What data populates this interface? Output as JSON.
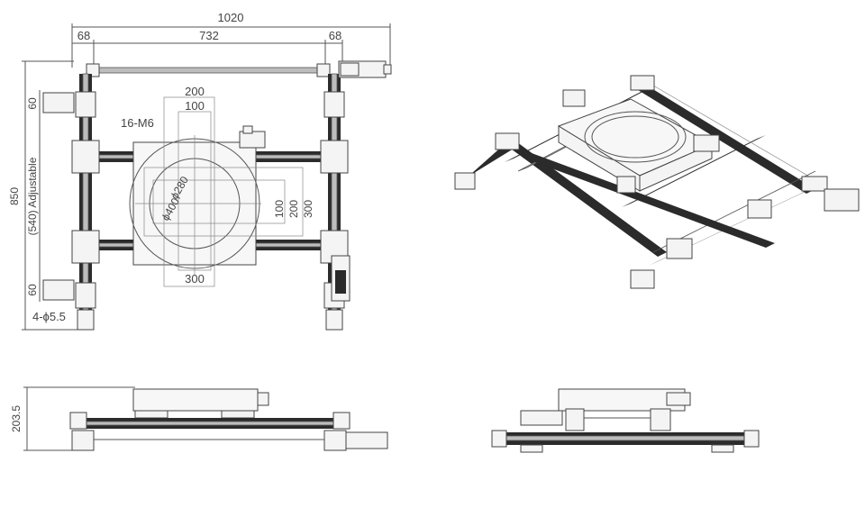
{
  "drawing": {
    "dimensions": {
      "overall_width": "1020",
      "left_offset": "68",
      "center_span": "732",
      "right_offset": "68",
      "stage_200": "200",
      "stage_100": "100",
      "thread_callout": "16-M6",
      "dia_280": "ϕ280",
      "dia_400": "ϕ400",
      "v_100": "100",
      "v_200": "200",
      "v_300": "300",
      "stage_300": "300",
      "overall_height": "850",
      "adjustable": "(540) Adjustable",
      "edge_60_top": "60",
      "edge_60_bottom": "60",
      "mount_holes": "4-ϕ5.5",
      "side_height": "203.5"
    }
  }
}
